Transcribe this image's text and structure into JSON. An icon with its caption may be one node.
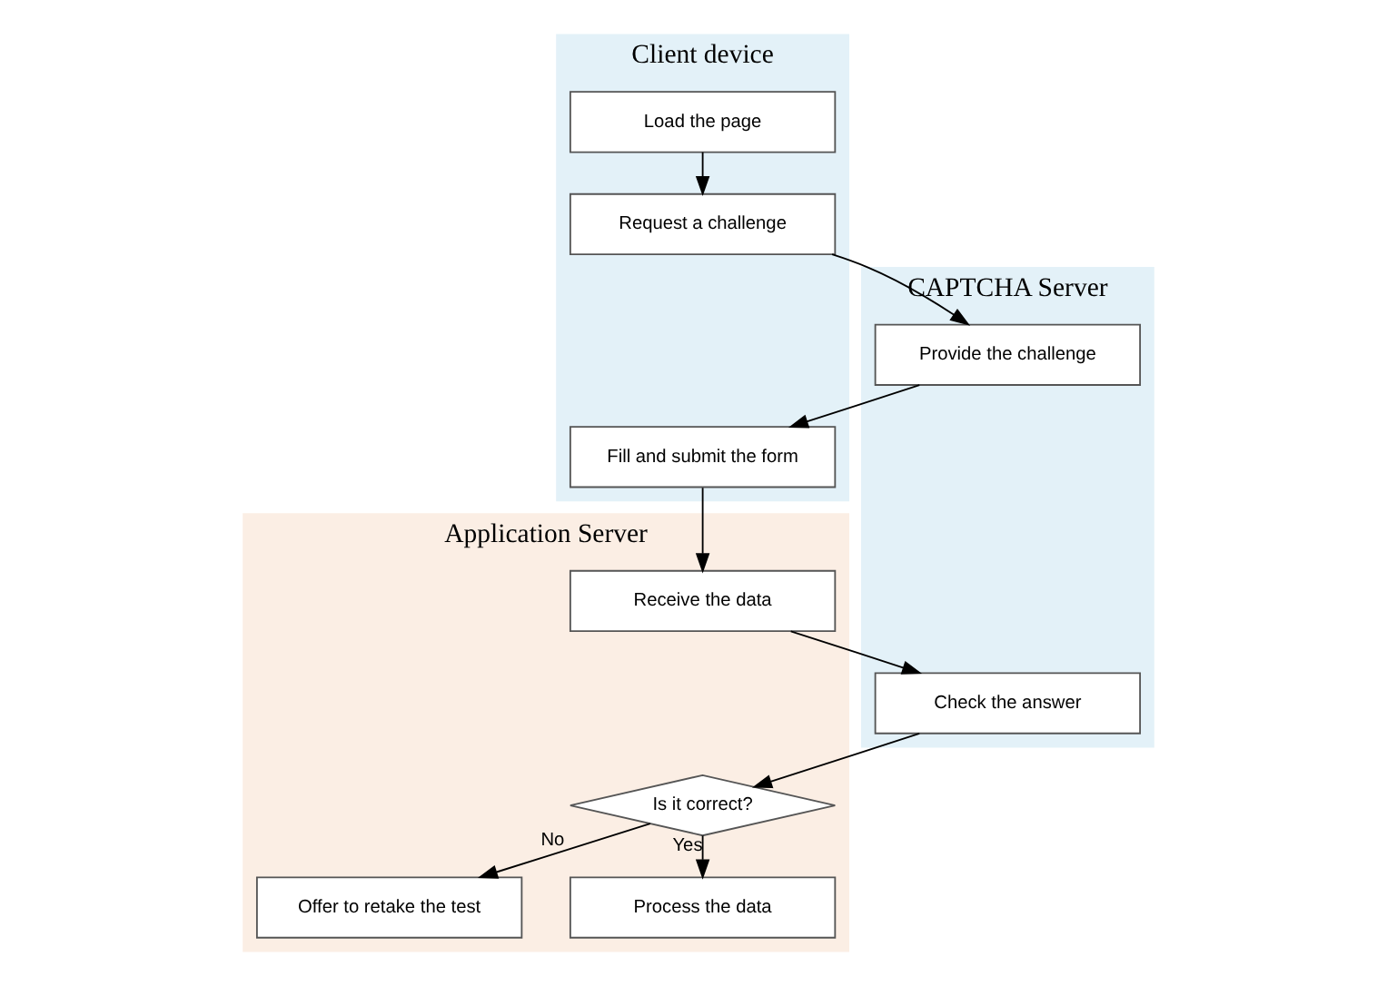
{
  "diagram": {
    "nodes": [
      {
        "text": [
          "Client device"
        ]
      },
      {
        "text": [
          "Application Server"
        ]
      },
      {
        "text": [
          "CAPTCHA Server"
        ]
      },
      {
        "text": [
          "Load the page"
        ],
        "in": 0
      },
      {
        "text": [
          "Request a challenge"
        ],
        "in": 0
      },
      {
        "text": [
          "Provide the challenge"
        ],
        "in": 2
      },
      {
        "text": [
          "Fill and submit the form"
        ],
        "in": 0
      },
      {
        "text": [
          "Receive the data"
        ],
        "in": 1
      },
      {
        "text": [
          "Check the answer"
        ],
        "in": 2
      },
      {
        "text": [
          "Is it correct?"
        ],
        "in": 1
      },
      {
        "text": [
          "Offer to retake the test"
        ],
        "in": 1
      },
      {
        "text": [
          "Process the data"
        ],
        "in": 1
      }
    ],
    "edges": [
      {
        "from": 3,
        "to": 4,
        "arrow": "to"
      },
      {
        "from": 4,
        "to": 5,
        "arrow": "to"
      },
      {
        "from": 5,
        "to": 6,
        "arrow": "to"
      },
      {
        "from": 6,
        "to": 7,
        "arrow": "to"
      },
      {
        "from": 7,
        "to": 8,
        "arrow": "to"
      },
      {
        "from": 8,
        "to": 9,
        "arrow": "to"
      },
      {
        "from": 9,
        "to": 10,
        "arrow": "to",
        "label": "No"
      },
      {
        "from": 9,
        "to": 11,
        "arrow": "to",
        "label": "Yes"
      }
    ]
  }
}
